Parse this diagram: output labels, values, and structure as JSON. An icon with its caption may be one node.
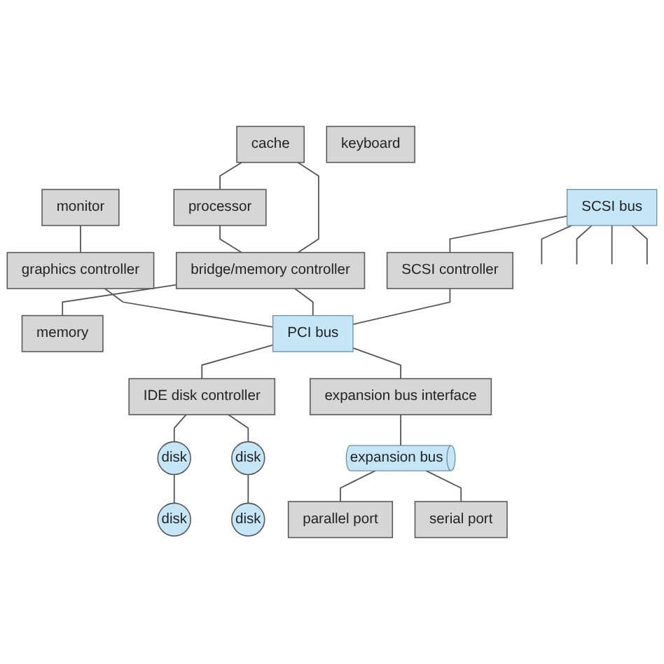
{
  "diagram": {
    "nodes": [
      {
        "text": [
          "monitor"
        ]
      },
      {
        "text": [
          "processor"
        ]
      },
      {
        "text": [
          "cache"
        ]
      },
      {
        "text": [
          "graphics controller"
        ]
      },
      {
        "text": [
          "bridge/memory controller"
        ]
      },
      {
        "text": [
          "memory"
        ]
      },
      {
        "text": [
          "SCSI bus"
        ]
      },
      {
        "text": [
          "SCSI controller"
        ]
      },
      {
        "text": [
          "PCI bus"
        ]
      },
      {
        "text": [
          "IDE disk controller"
        ]
      },
      {
        "text": [
          "expansion bus interface"
        ]
      },
      {
        "text": [
          "keyboard"
        ]
      },
      {
        "text": [
          "expansion bus"
        ]
      },
      {
        "text": [
          "disk"
        ]
      },
      {
        "text": [
          "disk"
        ]
      },
      {
        "text": [
          "disk"
        ]
      },
      {
        "text": [
          "disk"
        ]
      },
      {
        "text": [
          "parallel port"
        ]
      },
      {
        "text": [
          "serial port"
        ]
      }
    ],
    "edges": [
      {
        "from": 0,
        "to": 3,
        "arrow": "none"
      },
      {
        "from": 1,
        "to": 4,
        "arrow": "none"
      },
      {
        "from": 2,
        "to": 1,
        "arrow": "none"
      },
      {
        "from": 2,
        "to": 4,
        "arrow": "none"
      },
      {
        "from": 4,
        "to": 5,
        "arrow": "none"
      },
      {
        "from": 6,
        "to": null,
        "arrow": "none"
      },
      {
        "from": 6,
        "to": null,
        "arrow": "none"
      },
      {
        "from": 6,
        "to": null,
        "arrow": "none"
      },
      {
        "from": 6,
        "to": null,
        "arrow": "none"
      },
      {
        "from": 6,
        "to": 7,
        "arrow": "none"
      },
      {
        "from": 3,
        "to": 8,
        "arrow": "none"
      },
      {
        "from": 4,
        "to": 8,
        "arrow": "none"
      },
      {
        "from": 7,
        "to": 8,
        "arrow": "none"
      },
      {
        "from": 8,
        "to": 9,
        "arrow": "none"
      },
      {
        "from": 8,
        "to": 10,
        "arrow": "none"
      },
      {
        "from": 9,
        "to": 13,
        "arrow": "none"
      },
      {
        "from": 13,
        "to": 15,
        "arrow": "none"
      },
      {
        "from": 9,
        "to": 14,
        "arrow": "none"
      },
      {
        "from": 14,
        "to": 16,
        "arrow": "none"
      },
      {
        "from": 10,
        "to": 12,
        "arrow": "none"
      },
      {
        "from": 12,
        "to": 17,
        "arrow": "none"
      },
      {
        "from": 12,
        "to": 18,
        "arrow": "none"
      }
    ]
  }
}
